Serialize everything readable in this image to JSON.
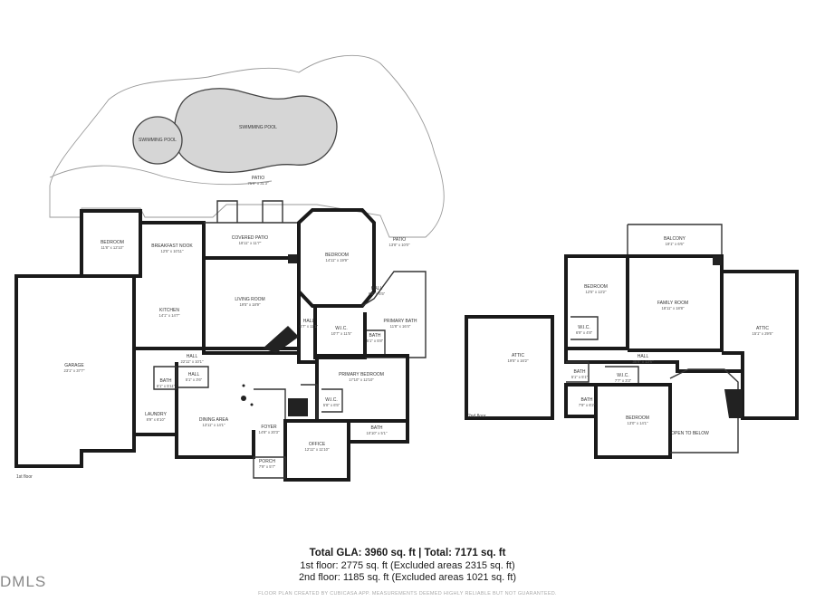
{
  "floor_labels": {
    "first": "1st floor",
    "second": "2nd floor"
  },
  "rooms": {
    "pool_small": {
      "name": "SWIMMING POOL"
    },
    "pool_large": {
      "name": "SWIMMING POOL"
    },
    "patio_main": {
      "name": "PATIO",
      "dims": "75'9\" x 31'3\""
    },
    "bedroom_nw": {
      "name": "BEDROOM",
      "dims": "11'8\" x 12'10\""
    },
    "breakfast_nook": {
      "name": "BREAKFAST NOOK",
      "dims": "12'5\" x 10'11\""
    },
    "covered_patio": {
      "name": "COVERED PATIO",
      "dims": "18'11\" x 11'7\""
    },
    "bedroom_ne": {
      "name": "BEDROOM",
      "dims": "14'11\" x 19'9\""
    },
    "patio_east": {
      "name": "PATIO",
      "dims": "13'8\" x 10'0\""
    },
    "kitchen": {
      "name": "KITCHEN",
      "dims": "14'1\" x 14'7\""
    },
    "living_room": {
      "name": "LIVING ROOM",
      "dims": "19'5\" x 18'9\""
    },
    "hall_small": {
      "name": "HALL",
      "dims": "6'5\" x 5'5\""
    },
    "hall_east": {
      "name": "HALL",
      "dims": "6'7\" x 11'1\""
    },
    "wic_east": {
      "name": "W.I.C.",
      "dims": "10'7\" x 11'5\""
    },
    "primary_bath": {
      "name": "PRIMARY BATH",
      "dims": "11'8\" x 16'4\""
    },
    "bath_small": {
      "name": "BATH",
      "dims": "5'1\" x 5'8\""
    },
    "garage": {
      "name": "GARAGE",
      "dims": "23'1\" x 37'7\""
    },
    "hall_main": {
      "name": "HALL",
      "dims": "22'11\" x 10'1\""
    },
    "bath_w": {
      "name": "BATH",
      "dims": "6'1\" x 5'11\""
    },
    "hall_w": {
      "name": "HALL",
      "dims": "5'1\" x 3'6\""
    },
    "primary_bedroom": {
      "name": "PRIMARY BEDROOM",
      "dims": "17'10\" x 12'10\""
    },
    "wic_primary": {
      "name": "W.I.C.",
      "dims": "5'8\" x 6'5\""
    },
    "laundry": {
      "name": "LAUNDRY",
      "dims": "8'9\" x 6'10\""
    },
    "dining_area": {
      "name": "DINING AREA",
      "dims": "13'11\" x 14'1\""
    },
    "foyer": {
      "name": "FOYER",
      "dims": "14'8\" x 20'3\""
    },
    "bath_office": {
      "name": "BATH",
      "dims": "10'10\" x 5'1\""
    },
    "office": {
      "name": "OFFICE",
      "dims": "12'11\" x 11'10\""
    },
    "porch": {
      "name": "PORCH",
      "dims": "7'9\" x 5'7\""
    },
    "balcony": {
      "name": "BALCONY",
      "dims": "19'1\" x 6'6\""
    },
    "bedroom_2a": {
      "name": "BEDROOM",
      "dims": "12'5\" x 13'2\""
    },
    "family_room": {
      "name": "FAMILY ROOM",
      "dims": "18'11\" x 18'8\""
    },
    "attic_right": {
      "name": "ATTIC",
      "dims": "15'1\" x 29'6\""
    },
    "wic_2a": {
      "name": "W.I.C.",
      "dims": "6'9\" x 4'8\""
    },
    "attic_left": {
      "name": "ATTIC",
      "dims": "19'5\" x 16'2\""
    },
    "hall_2": {
      "name": "HALL",
      "dims": "35'8\" x 13'6\""
    },
    "bath_2a": {
      "name": "BATH",
      "dims": "5'1\" x 5'1\""
    },
    "wic_2b": {
      "name": "W.I.C.",
      "dims": "7'7\" x 3'3\""
    },
    "bath_2b": {
      "name": "BATH",
      "dims": "7'9\" x 6'2\""
    },
    "bedroom_2b": {
      "name": "BEDROOM",
      "dims": "13'0\" x 14'1\""
    },
    "open_below": {
      "name": "OPEN TO BELOW"
    }
  },
  "summary": {
    "total": "Total GLA: 3960 sq. ft | Total: 7171 sq. ft",
    "first_floor": "1st floor: 2775 sq. ft (Excluded areas 2315 sq. ft)",
    "second_floor": "2nd floor: 1185 sq. ft (Excluded areas 1021 sq. ft)",
    "disclaimer": "FLOOR PLAN CREATED BY CUBICASA APP. MEASUREMENTS DEEMED HIGHLY RELIABLE BUT NOT GUARANTEED."
  },
  "logo": "DMLS"
}
